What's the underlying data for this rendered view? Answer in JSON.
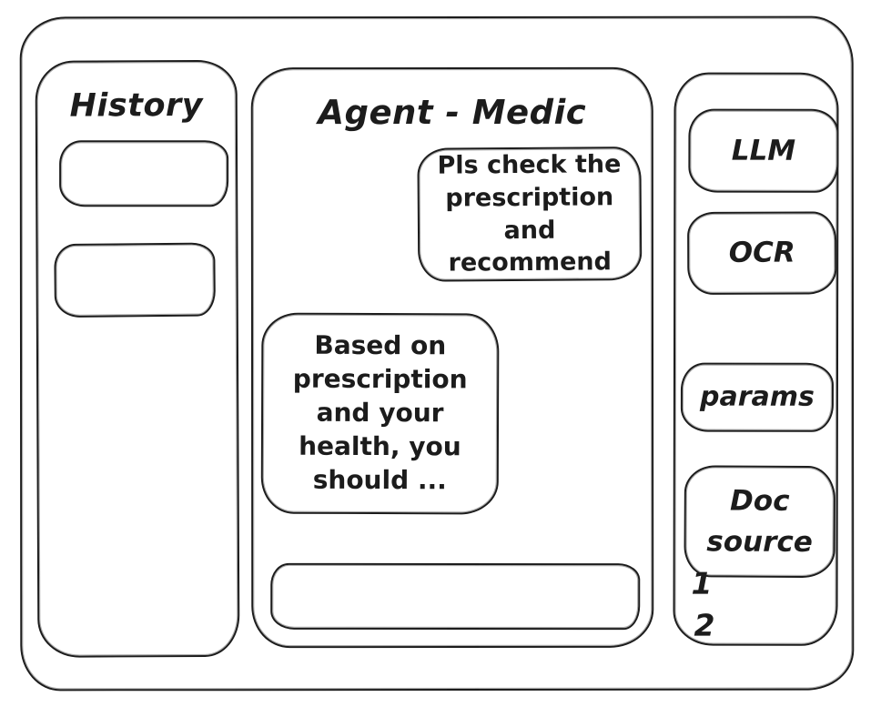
{
  "colors": {
    "ink": "#1c1c1c",
    "paper": "#ffffff"
  },
  "history_panel": {
    "title": "History"
  },
  "chat_panel": {
    "title": "Agent - Medic",
    "messages": [
      {
        "role": "user",
        "text": "Pls check the prescription and recommend"
      },
      {
        "role": "assistant",
        "text": "Based on prescription and your health, you should ..."
      }
    ],
    "input": {
      "value": "",
      "placeholder": ""
    }
  },
  "tools_panel": {
    "items": [
      {
        "id": "llm",
        "label": "LLM"
      },
      {
        "id": "ocr",
        "label": "OCR"
      },
      {
        "id": "params",
        "label": "params"
      },
      {
        "id": "doc-source",
        "label": "Doc source"
      }
    ],
    "doc_list": [
      "1",
      "2"
    ]
  }
}
